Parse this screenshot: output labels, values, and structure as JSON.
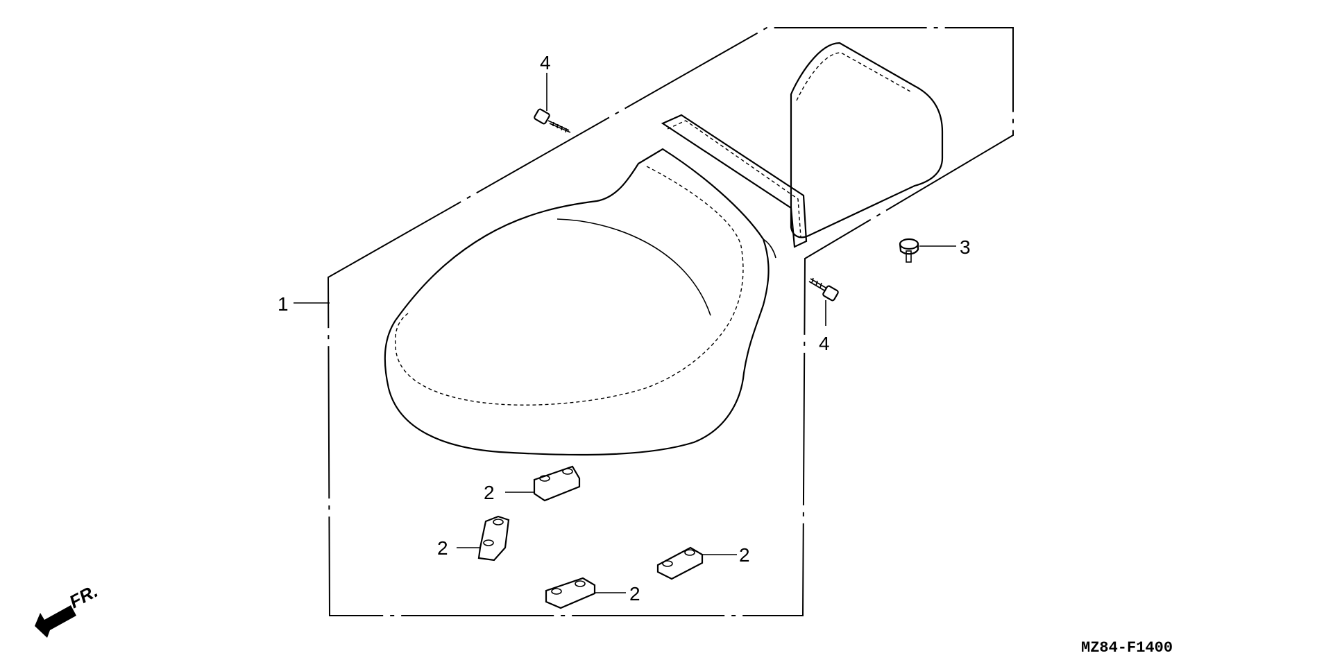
{
  "diagram": {
    "callouts": {
      "seat": "1",
      "mount_a": "2",
      "mount_b": "2",
      "mount_c": "2",
      "mount_d": "2",
      "knob": "3",
      "bolt_top": "4",
      "bolt_right": "4"
    },
    "direction_label": "FR.",
    "diagram_code": "MZ84-F1400",
    "icons": [
      "front-direction-arrow-icon",
      "bolt-icon",
      "knob-icon",
      "rubber-mount-icon"
    ]
  }
}
